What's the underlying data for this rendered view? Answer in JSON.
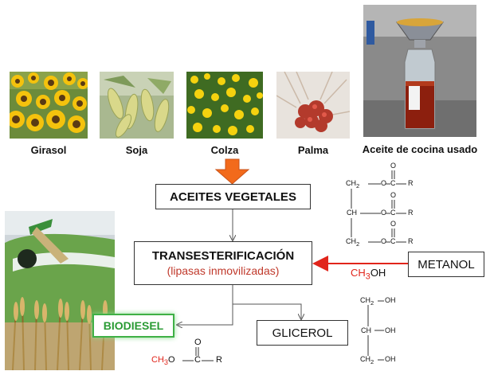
{
  "sources": [
    {
      "label": "Girasol"
    },
    {
      "label": "Soja"
    },
    {
      "label": "Colza"
    },
    {
      "label": "Palma"
    },
    {
      "label": "Aceite de cocina usado"
    }
  ],
  "flow": {
    "vegetable_oils": "ACEITES VEGETALES",
    "process_title": "TRANSESTERIFICACIÓN",
    "process_subtitle": "(lipasas inmovilizadas)",
    "methanol": "METANOL",
    "glycerol": "GLICEROL",
    "biodiesel": "BIODIESEL"
  },
  "chemistry": {
    "triglyceride": {
      "row1": {
        "ch": "CH",
        "sub": "2",
        "o": "O",
        "c": "C",
        "r": "R",
        "top_o": "O"
      },
      "row2": {
        "ch": "CH",
        "o": "O",
        "c": "C",
        "r": "R",
        "top_o": "O"
      },
      "row3": {
        "ch": "CH",
        "sub": "2",
        "o": "O",
        "c": "C",
        "r": "R",
        "top_o": "O"
      }
    },
    "methanol_formula": {
      "ch": "CH",
      "sub": "3",
      "oh": "OH"
    },
    "glycerol_formula": {
      "row1": {
        "ch": "CH",
        "sub": "2",
        "oh": "OH"
      },
      "row2": {
        "ch": "CH",
        "oh": "OH"
      },
      "row3": {
        "ch": "CH",
        "sub": "2",
        "oh": "OH"
      }
    },
    "ester": {
      "ch": "CH",
      "sub": "3",
      "o": "O",
      "c": "C",
      "r": "R",
      "top_o": "O"
    }
  },
  "colors": {
    "process_red": "#c0392b",
    "arrow_red": "#e1251b",
    "biodiesel_green": "#2a9b34",
    "orange_arrow": "#f26a1b"
  }
}
